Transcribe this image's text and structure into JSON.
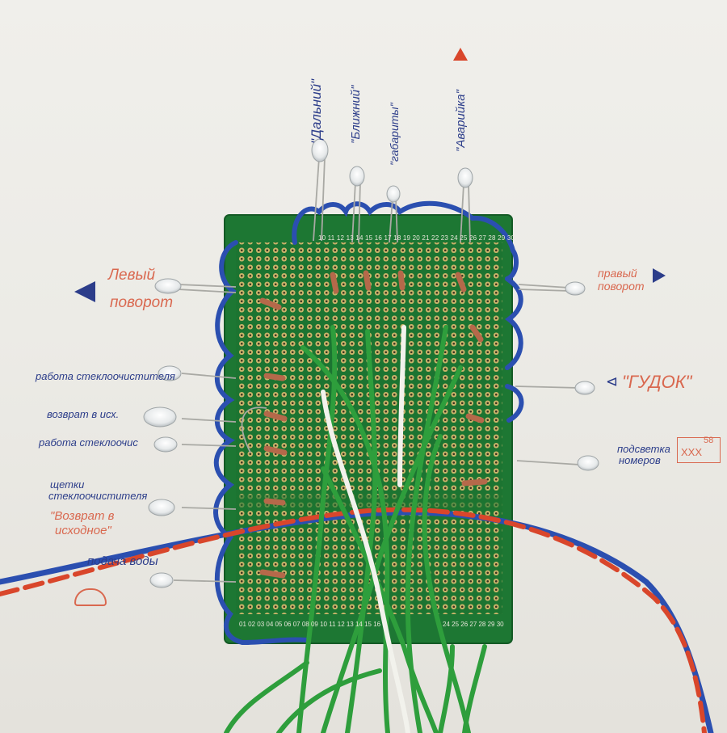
{
  "labels": {
    "high_beam": "\"Дальний\"",
    "low_beam": "\"Ближний\"",
    "parking": "\"габариты\"",
    "hazard": "\"Аварийка\"",
    "left_turn_1": "Левый",
    "left_turn_2": "поворот",
    "right_turn_1": "правый",
    "right_turn_2": "поворот",
    "horn": "\"ГУДОК\"",
    "wiper_work_1": "работа стеклоочистителя",
    "wiper_return": "возврат в исх.",
    "wiper_work_2": "работа стеклоочис",
    "plate_light_1": "подсветка",
    "plate_light_2": "номеров",
    "plate_box": "XXX",
    "plate_box_num": "58",
    "wiper_brushes_1": "щетки",
    "wiper_brushes_2": "стеклоочистителя",
    "return_home_1": "\"Возврат в",
    "return_home_2": "исходное\"",
    "water_feed": "подача воды"
  },
  "board": {
    "top_numbers": "10 11 12 13 14 15 16 17 18 19 20 21 22 23 24 25 26 27 28 29 30",
    "bottom_numbers": "01 02 03 04 05 06 07 08 09 10 11 12 13 14 15 16",
    "bottom_numbers_right": "24 25 26 27 28 29 30"
  },
  "colors": {
    "board": "#1f7a35",
    "wire_blue": "#2b4fb0",
    "wire_red": "#d9462b",
    "wire_green": "#2e9e3c",
    "wire_white": "#f2f2ec",
    "resistor": "#b5694a"
  }
}
